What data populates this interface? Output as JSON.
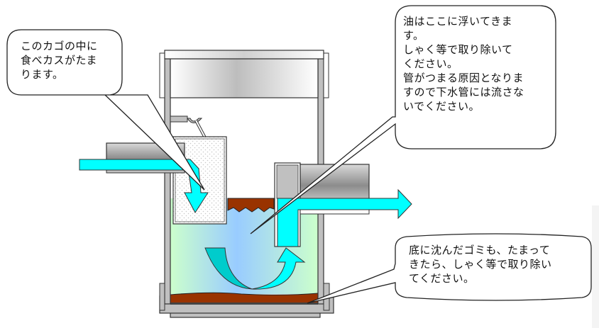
{
  "title": "Grease trap (グリストラップ) cleaning diagram",
  "callouts": [
    {
      "id": "basket",
      "text": "このカゴの中に\n食べカスがたま\nります。",
      "points_to": "basket"
    },
    {
      "id": "oil",
      "text": "油はここに浮いてきま\nす。\nしゃく等で取り除いて\nください。\n管がつまる原因となりま\nすので下水管には流さな\nいでください。",
      "points_to": "oil-layer"
    },
    {
      "id": "sludge",
      "text": "底に沈んだゴミも、たまって\nきたら、しゃく等で取り除い\nてください。",
      "points_to": "sediment-layer"
    }
  ],
  "colors": {
    "water_flow": "#00ffff",
    "water_flow_dark": "#00cccc",
    "oil": "#993300",
    "water_green": "#ccffcc",
    "water_blue": "#99ccff",
    "metal": "#c0c0c0",
    "outline": "#333333"
  }
}
